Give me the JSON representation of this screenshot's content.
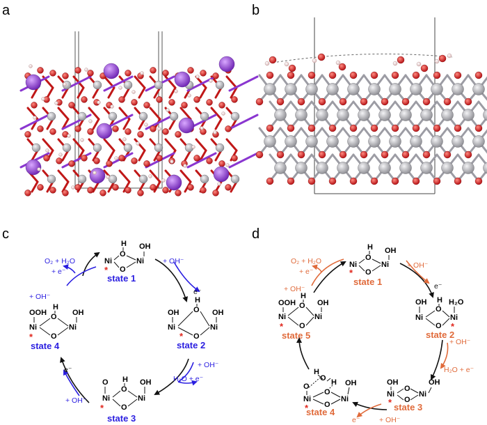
{
  "panels": [
    {
      "id": "a",
      "label": "a"
    },
    {
      "id": "b",
      "label": "b"
    },
    {
      "id": "c",
      "label": "c"
    },
    {
      "id": "d",
      "label": "d"
    }
  ],
  "colors": {
    "ni": "#b0b0b4",
    "o": "#d8161c",
    "h": "#f2dede",
    "k": "#9d3de0",
    "blue": "#2a1ee0",
    "orange": "#e06a3a",
    "star": "#e0281e",
    "ink": "#111111"
  },
  "cycleC": {
    "states": [
      {
        "label": "state 1",
        "atoms": [
          "H",
          "O",
          "OH",
          "Ni",
          "Ni",
          "O"
        ]
      },
      {
        "label": "state 2",
        "atoms": [
          "H",
          "OH",
          "O",
          "OH",
          "Ni",
          "Ni",
          "O"
        ]
      },
      {
        "label": "state 3",
        "atoms": [
          "O",
          "H",
          "O",
          "OH",
          "Ni",
          "Ni",
          "O"
        ]
      },
      {
        "label": "state 4",
        "atoms": [
          "OOH",
          "H",
          "O",
          "OH",
          "Ni",
          "Ni",
          "O"
        ]
      }
    ],
    "steps": [
      {
        "label": "+ OH⁻"
      },
      {
        "label": "e⁻"
      },
      {
        "label": "+ OH⁻"
      },
      {
        "label": "H₂O + e⁻"
      },
      {
        "label": "+ OH⁻"
      },
      {
        "label": "e⁻"
      },
      {
        "label": "+ OH⁻"
      },
      {
        "label": "O₂ + H₂O"
      },
      {
        "label": "+ e⁻"
      }
    ]
  },
  "cycleD": {
    "states": [
      {
        "label": "state 1",
        "atoms": [
          "H",
          "O",
          "OH",
          "Ni",
          "Ni",
          "O"
        ]
      },
      {
        "label": "state 2",
        "atoms": [
          "OH",
          "H",
          "O",
          "H₂O",
          "Ni",
          "Ni",
          "O"
        ]
      },
      {
        "label": "state 3",
        "atoms": [
          "OH",
          "Ni",
          "O",
          "O",
          "Ni",
          "OH"
        ]
      },
      {
        "label": "state 4",
        "atoms": [
          "H",
          "O",
          "H",
          "OH",
          "O",
          "Ni",
          "O",
          "O",
          "Ni"
        ]
      },
      {
        "label": "state 5",
        "atoms": [
          "OOH",
          "H",
          "O",
          "OH",
          "Ni",
          "Ni",
          "O"
        ]
      }
    ],
    "steps": [
      {
        "label": "+ OH⁻"
      },
      {
        "label": "e⁻"
      },
      {
        "label": "+ OH⁻"
      },
      {
        "label": "H₂O + e⁻"
      },
      {
        "label": "e⁻"
      },
      {
        "label": "+ OH⁻"
      },
      {
        "label": "+ OH⁻"
      },
      {
        "label": "O₂ + H₂O"
      },
      {
        "label": "+ e⁻"
      }
    ]
  }
}
